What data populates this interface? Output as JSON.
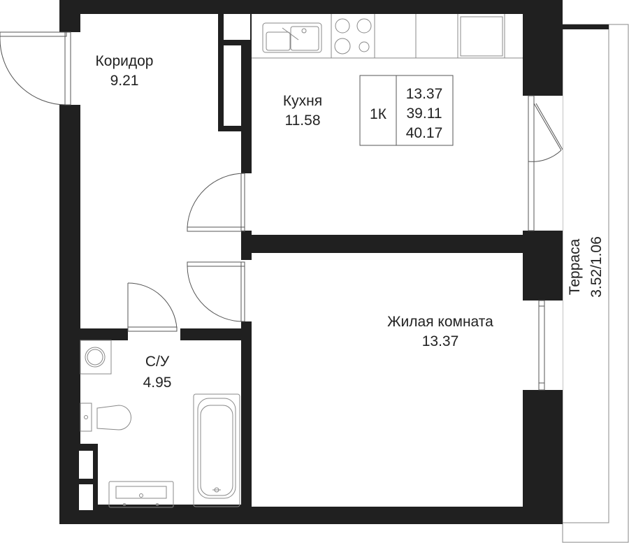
{
  "plan": {
    "rooms": [
      {
        "id": "corridor",
        "name": "Коридор",
        "area": "9.21"
      },
      {
        "id": "kitchen",
        "name": "Кухня",
        "area": "11.58"
      },
      {
        "id": "living",
        "name": "Жилая комната",
        "area": "13.37"
      },
      {
        "id": "bathroom",
        "name": "С/У",
        "area": "4.95"
      },
      {
        "id": "terrace",
        "name": "Терраса",
        "area": "3.52/1.06"
      }
    ],
    "summary": {
      "type": "1К",
      "living_area": "13.37",
      "total_area": "39.11",
      "total_with_terrace": "40.17"
    },
    "colors": {
      "wall": "#202020",
      "line": "#555555",
      "background": "#ffffff"
    }
  }
}
